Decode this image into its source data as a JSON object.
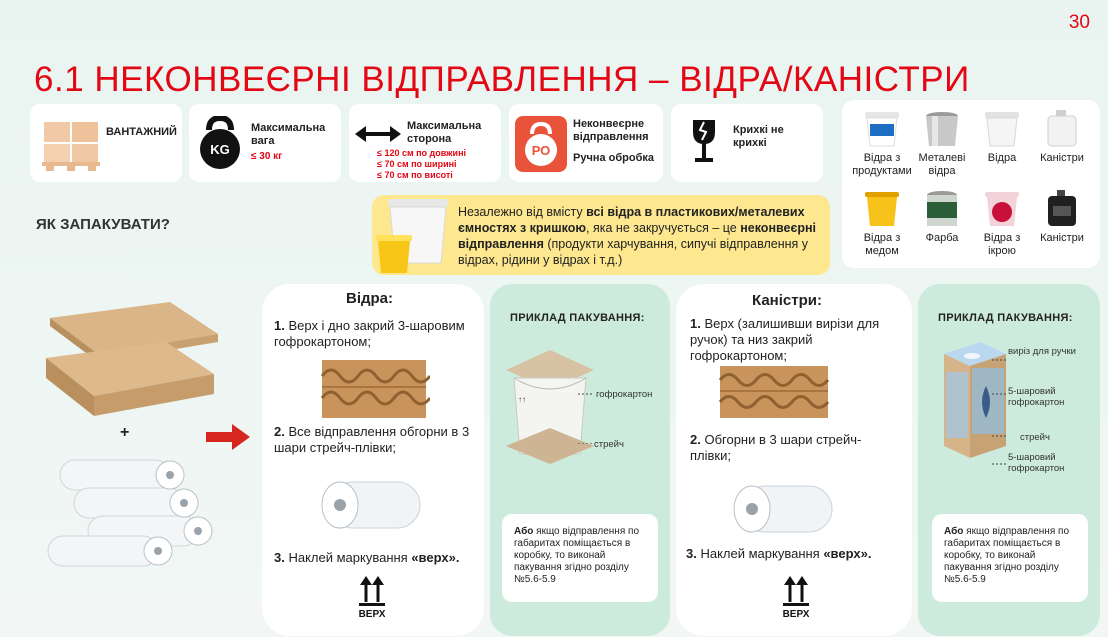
{
  "page_number": "30",
  "title": "6.1 НЕКОНВЕЄРНІ ВІДПРАВЛЕННЯ – ВІДРА/КАНІСТРИ",
  "attributes": {
    "cargo": "ВАНТАЖНИЙ",
    "weight_label": "Максимальна вага",
    "weight_value": "≤ 30 кг",
    "kg_icon_text": "KG",
    "side_label": "Максимальна сторона",
    "side_limits": [
      "≤ 120 см по довжині",
      "≤ 70 см по ширині",
      "≤ 70 см по висоті"
    ],
    "nonconveyor_label": "Неконвеєрне відправлення",
    "manual_label": "Ручна обробка",
    "ro_icon_text": "РО",
    "fragile_label": "Крихкі не крихкі"
  },
  "products": [
    {
      "label": "Відра з продуктами",
      "color": "#ffffff",
      "accent": "#1e6fc4"
    },
    {
      "label": "Металеві відра",
      "color": "#c8c8c8",
      "accent": "#8a8a8a"
    },
    {
      "label": "Відра",
      "color": "#f4f4f4",
      "accent": "#d6d6d6"
    },
    {
      "label": "Каністри",
      "color": "#f2f2f2",
      "accent": "#c9c9c9"
    },
    {
      "label": "Відра з медом",
      "color": "#f7c21a",
      "accent": "#e0a000"
    },
    {
      "label": "Фарба",
      "color": "#2c5e3a",
      "accent": "#cfd5cf"
    },
    {
      "label": "Відра з ікрою",
      "color": "#c8103a",
      "accent": "#f3d2da"
    },
    {
      "label": "Каністри",
      "color": "#202020",
      "accent": "#555555"
    }
  ],
  "how_to_pack": "ЯК ЗАПАКУВАТИ?",
  "note": {
    "p1": "Незалежно від вмісту ",
    "b1": "всі відра в пластикових/металевих ємностях з кришкою",
    "p2": ", яка не закручується – це ",
    "b2": "неконвеєрні відправлення",
    "p3": " (продукти харчування, сипучі відправлення у відрах, рідини у відрах і т.д.)"
  },
  "plus": "+",
  "buckets": {
    "heading": "Відра:",
    "step1_num": "1.",
    "step1_text": " Верх і дно закрий 3-шаровим гофрокартоном;",
    "step2_num": "2.",
    "step2_text": " Все відправлення обгорни в 3 шари стрейч-плівки;",
    "step3_num": "3.",
    "step3_text": " Наклей маркування ",
    "step3_bold": "«верх».",
    "verh": "ВЕРХ"
  },
  "example1": {
    "title": "ПРИКЛАД ПАКУВАННЯ:",
    "callout1": "гофрокартон",
    "callout2": "стрейч",
    "note_bold": "Або",
    "note_text": " якщо відправлення по габаритах поміщається в коробку, то виконай пакування згідно розділу №5.6-5.9"
  },
  "canisters": {
    "heading": "Каністри:",
    "step1_num": "1.",
    "step1_text": " Верх (залишивши вирізи для ручок) та низ закрий гофрокартоном;",
    "step2_num": "2.",
    "step2_text": " Обгорни в 3 шари стрейч-плівки;",
    "step3_num": "3.",
    "step3_text": " Наклей маркування ",
    "step3_bold": "«верх».",
    "verh": "ВЕРХ"
  },
  "example2": {
    "title": "ПРИКЛАД ПАКУВАННЯ:",
    "callout1": "виріз для ручки",
    "callout2": "5-шаровий гофрокартон",
    "callout3": "стрейч",
    "callout4": "5-шаровий гофрокартон",
    "note_bold": "Або",
    "note_text": " якщо відправлення по габаритах поміщається в коробку, то виконай пакування згідно розділу №5.6-5.9"
  },
  "colors": {
    "brand_red": "#e30613",
    "note_yellow": "#fde890",
    "example_green": "#cdebdc"
  }
}
